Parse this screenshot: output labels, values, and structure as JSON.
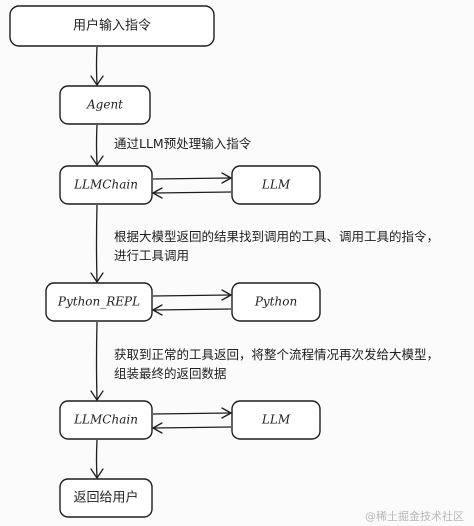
{
  "nodes": {
    "user_input": "用户输入指令",
    "agent": "Agent",
    "llmchain_1": "LLMChain",
    "llm_1": "LLM",
    "python_repl": "Python_REPL",
    "python": "Python",
    "llmchain_2": "LLMChain",
    "llm_2": "LLM",
    "return_user": "返回给用户"
  },
  "notes": {
    "step1": "通过LLM预处理输入指令",
    "step2_line1": "根据大模型返回的结果找到调用的工具、调用工具的指令，",
    "step2_line2": "进行工具调用",
    "step3_line1": "获取到正常的工具返回，将整个流程情况再次发给大模型，",
    "step3_line2": "组装最终的返回数据"
  },
  "watermark": "@稀土掘金技术社区"
}
